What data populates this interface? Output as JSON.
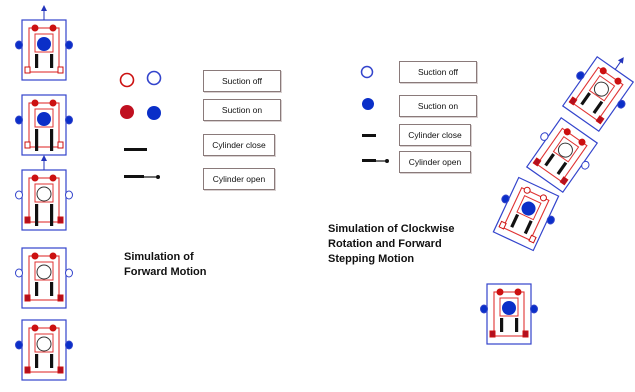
{
  "legend_left": {
    "suction_off": "Suction off",
    "suction_on": "Suction on",
    "cylinder_close": "Cylinder close",
    "cylinder_open": "Cylinder open"
  },
  "legend_right": {
    "suction_off": "Suction off",
    "suction_on": "Suction on",
    "cylinder_close": "Cylinder close",
    "cylinder_open": "Cylinder open"
  },
  "captions": {
    "forward_line1": "Simulation of",
    "forward_line2": "Forward Motion",
    "rotation_line1": "Simulation of Clockwise",
    "rotation_line2": "Rotation and Forward",
    "rotation_line3": "Stepping Motion"
  },
  "colors": {
    "frame_blue": "#3344cc",
    "suction_red": "#cc1111",
    "suction_blue": "#0a2fc8",
    "outline_red": "#e03333",
    "cylinder": "#111111"
  }
}
